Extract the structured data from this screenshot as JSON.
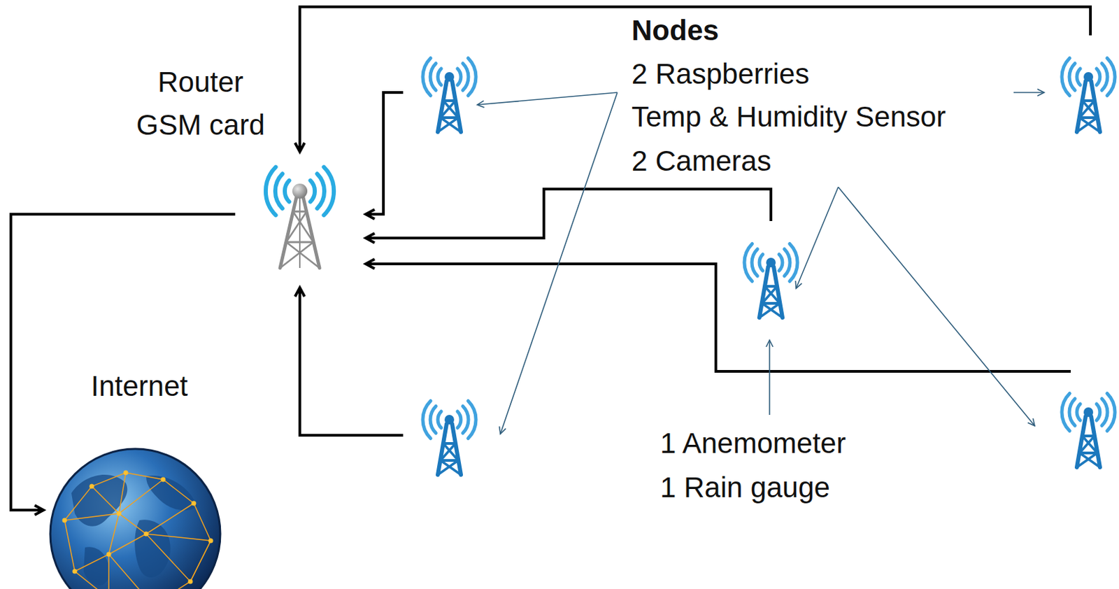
{
  "diagram": {
    "nodes": [
      {
        "text": [
          "Router GSM card"
        ]
      },
      {
        "text": [
          "Internet"
        ]
      }
    ],
    "edges": [
      {
        "from": 0,
        "to": 1,
        "arrow": "to"
      }
    ],
    "labels": [
      "Nodes",
      "2 Raspberries",
      "Temp & Humidity Sensor",
      "2 Cameras",
      "1 Anemometer",
      "1 Rain gauge"
    ]
  }
}
